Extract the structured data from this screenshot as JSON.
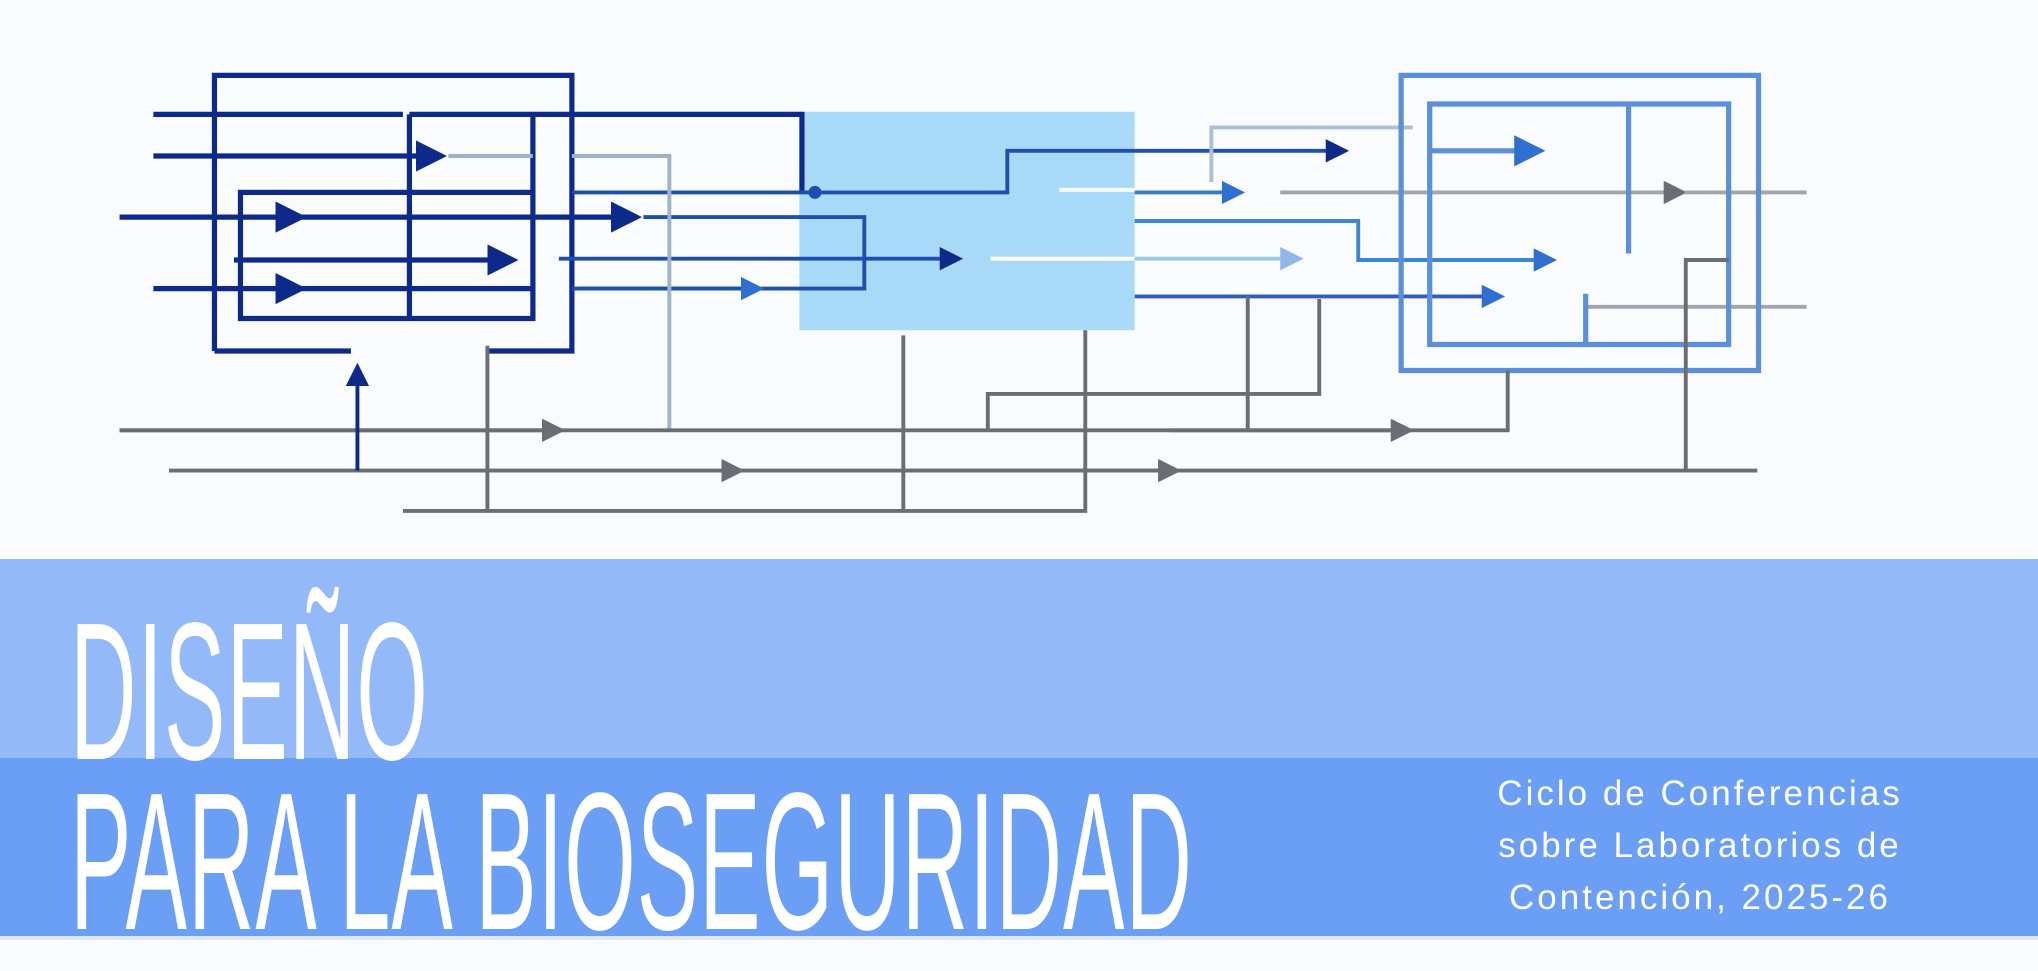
{
  "title": {
    "line1": "DISEÑO",
    "line2": "PARA LA BIOSEGURIDAD"
  },
  "subtitle": {
    "line1": "Ciclo de Conferencias",
    "line2": "sobre Laboratorios de",
    "line3": "Contención, 2025-26"
  },
  "colors": {
    "background": "#fafbfd",
    "band_light": "#94b9f8",
    "band_dark": "#6b9ef5",
    "navy": "#0d2a8a",
    "mid_blue": "#2f5fb8",
    "light_block": "#a8daf7",
    "right_box": "#5b8fd8",
    "gray": "#6a6e74"
  }
}
